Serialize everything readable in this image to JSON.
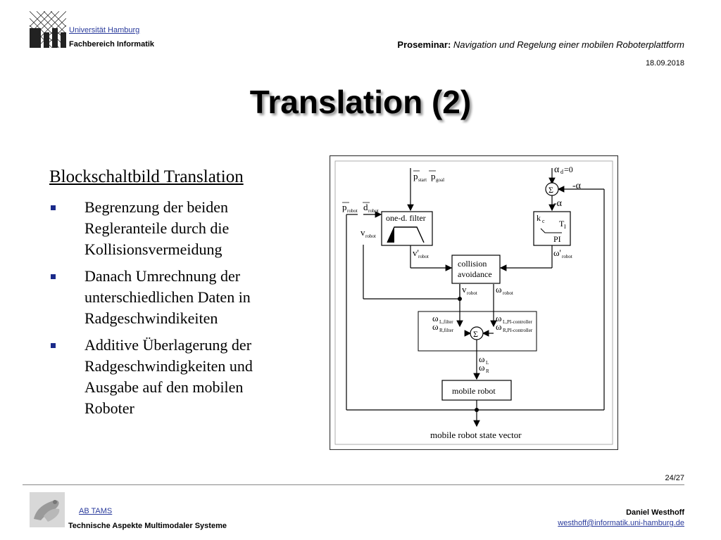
{
  "header": {
    "university": "Universität Hamburg",
    "department": "Fachbereich Informatik",
    "course_bold": "Proseminar:",
    "course_italic": "Navigation und Regelung einer mobilen Roboterplattform",
    "date": "18.09.2018"
  },
  "title": "Translation (2)",
  "content": {
    "subtitle": "Blockschaltbild Translation",
    "bullets": [
      "Begrenzung der beiden Regleranteile durch die Kollisionsvermeidung",
      "Danach Umrechnung der unterschiedlichen Daten in Radgeschwindikeiten",
      "Additive Überlagerung der Radgeschwindigkeiten und Ausgabe auf den mobilen Roboter"
    ]
  },
  "diagram": {
    "one_d_filter": "one-d. filter",
    "collision_line1": "collision",
    "collision_line2": "avoidance",
    "mobile_robot": "mobile robot",
    "state_vector": "mobile robot state vector",
    "pi_label": "PI",
    "sigma": "Σ",
    "alpha_d": "α",
    "alpha_d_sub": "d",
    "alpha_d_eq": "=0",
    "minus_alpha": "-α",
    "p_start_goal": "p",
    "p_start_sub": "start",
    "p_goal_sub": "goal",
    "p_robot": "p",
    "p_robot_sub": "robot",
    "d_robot": "d",
    "d_robot_sub": "robot",
    "v_robot": "v",
    "v_robot_sub": "robot",
    "v_prime": "v'",
    "omega": "ω",
    "omega_prime": "ω'",
    "omega_sub": "robot",
    "omega_L_filter": "L,filter",
    "omega_R_filter": "R,filter",
    "omega_L_pi": "L,PI-controller",
    "omega_R_pi": "R,PI-controller",
    "omega_L": "L",
    "omega_R": "R",
    "kc": "k",
    "kc_sub": "c",
    "TI": "T",
    "TI_sub": "I"
  },
  "footer": {
    "page": "24/27",
    "group_link": "AB TAMS",
    "group_desc": "Technische Aspekte Multimodaler Systeme",
    "author": "Daniel Westhoff",
    "email": "westhoff@informatik.uni-hamburg.de"
  }
}
